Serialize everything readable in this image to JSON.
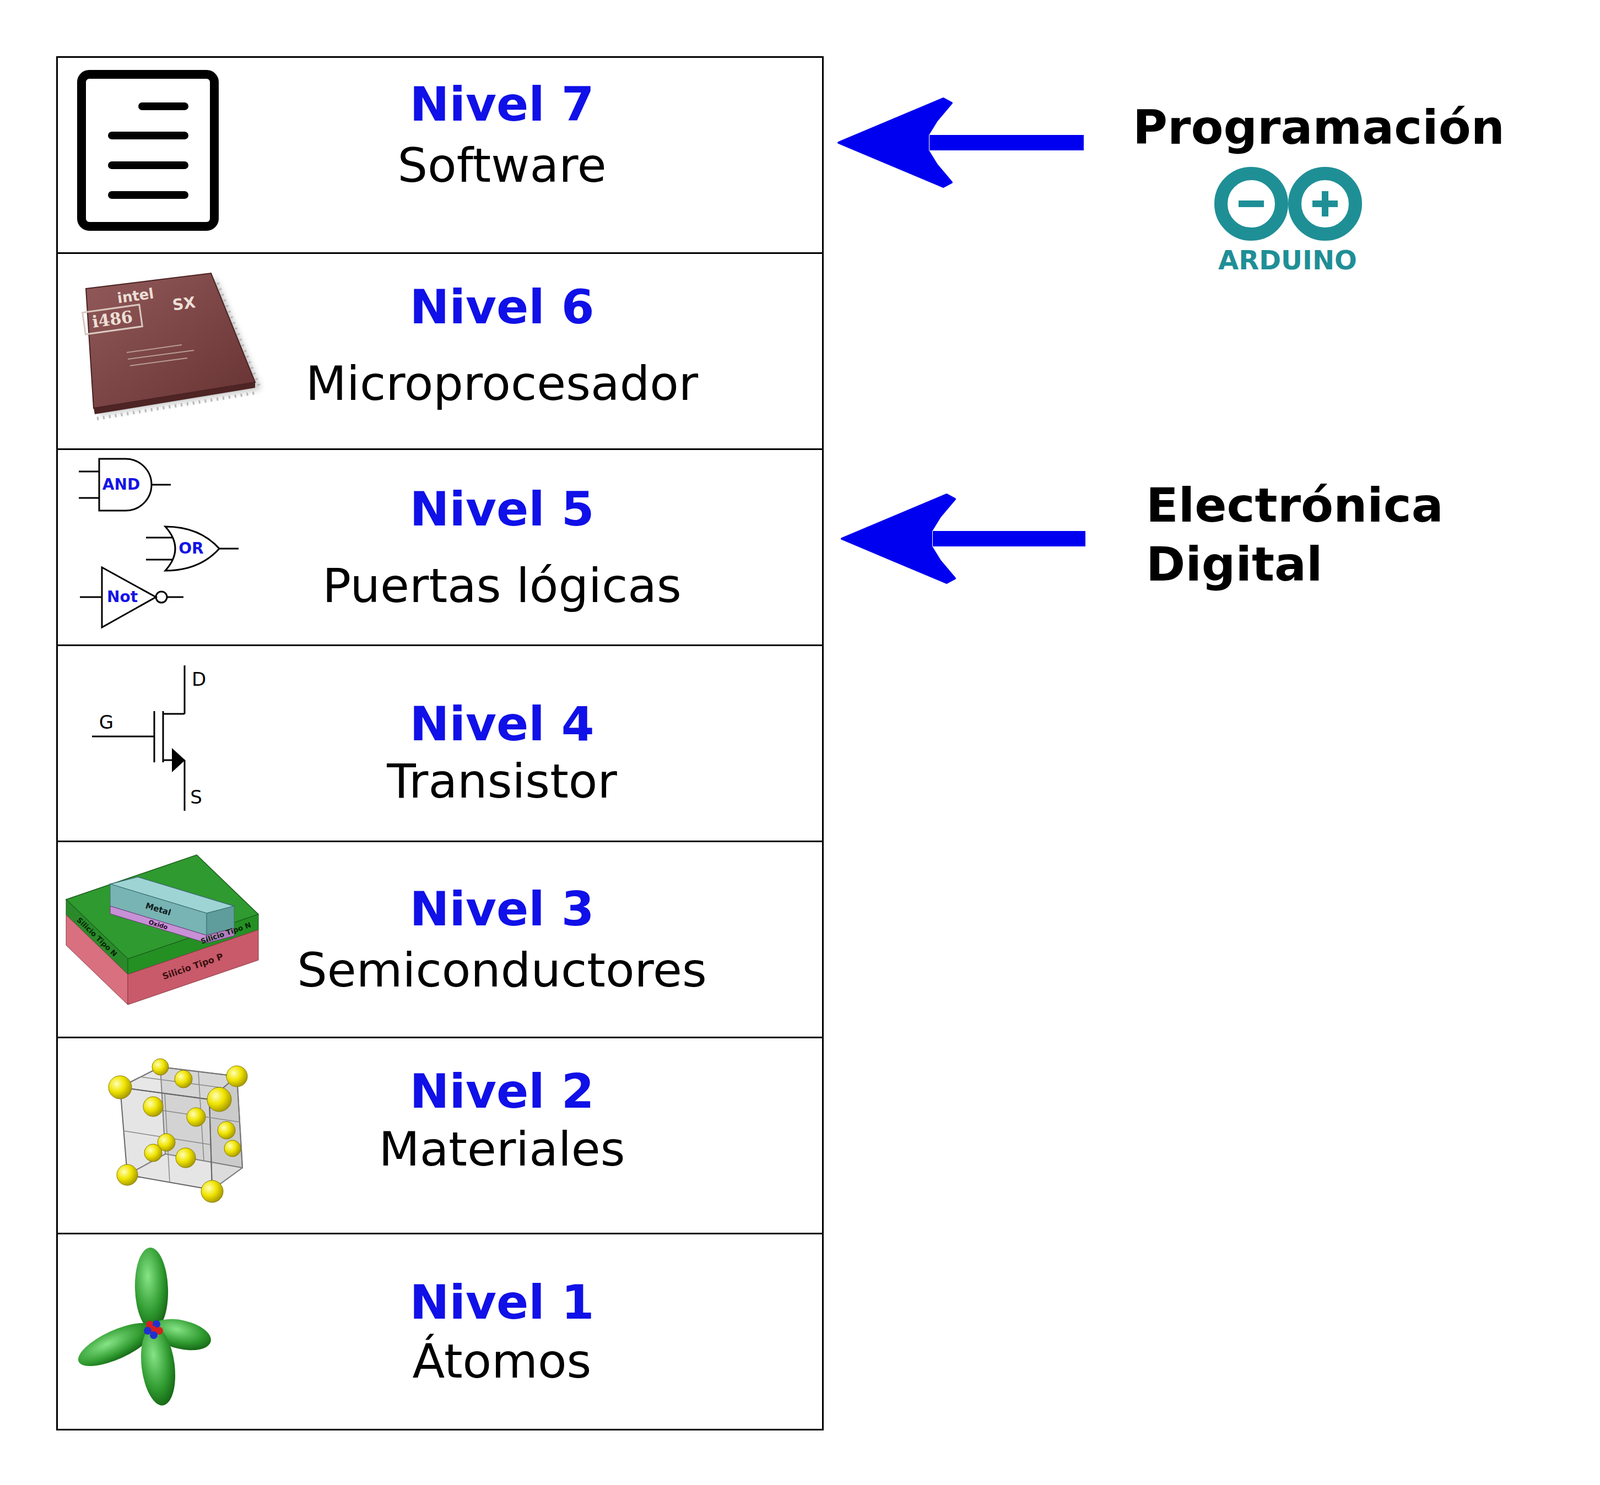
{
  "diagram": {
    "nodes": [
      {
        "text": [
          "Nivel 7",
          "Software"
        ]
      },
      {
        "text": [
          "Programación"
        ]
      },
      {
        "text": [
          "Nivel 6",
          "Microprocesador"
        ]
      },
      {
        "text": [
          "Nivel 5",
          "Puertas lógicas"
        ]
      },
      {
        "text": [
          "Electrónica Digital"
        ]
      },
      {
        "text": [
          "Nivel 4",
          "Transistor"
        ]
      },
      {
        "text": [
          "Nivel 3",
          "Semiconductores"
        ]
      },
      {
        "text": [
          "Nivel 2",
          "Materiales"
        ]
      },
      {
        "text": [
          "Nivel 1",
          "Átomos"
        ]
      }
    ],
    "edges": [
      {
        "from": 1,
        "to": 0,
        "arrow": "to"
      },
      {
        "from": 4,
        "to": 3,
        "arrow": "to"
      }
    ],
    "labels": [
      "intel",
      "i486",
      "SX",
      "AND",
      "OR",
      "Not",
      "G",
      "D",
      "S",
      "Metal",
      "Oxido",
      "Silicio Tipo N",
      "Silicio Tipo P",
      "Silicio Tipo N",
      "ARDUINO"
    ]
  }
}
